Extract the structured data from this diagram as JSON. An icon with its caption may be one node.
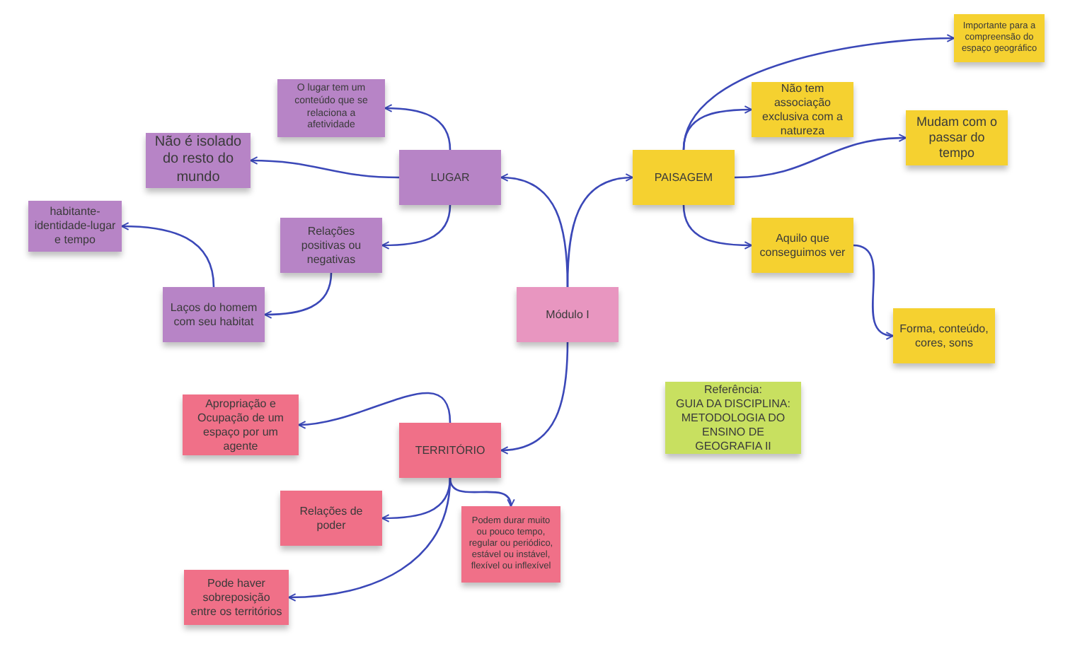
{
  "diagram": {
    "nodes": [
      {
        "text": [
          "Módulo I"
        ]
      },
      {
        "text": [
          "LUGAR"
        ]
      },
      {
        "text": [
          "O lugar tem um conteúdo que se relaciona a afetividade"
        ]
      },
      {
        "text": [
          "Não é isolado do resto do mundo"
        ]
      },
      {
        "text": [
          "Relações positivas ou negativas"
        ]
      },
      {
        "text": [
          "Laços do homem com seu habitat"
        ]
      },
      {
        "text": [
          "habitante-identidade-lugar e tempo"
        ]
      },
      {
        "text": [
          "PAISAGEM"
        ]
      },
      {
        "text": [
          "Importante para a compreensão do espaço geográfico"
        ]
      },
      {
        "text": [
          "Não tem associação exclusiva com a natureza"
        ]
      },
      {
        "text": [
          "Mudam com o passar do tempo"
        ]
      },
      {
        "text": [
          "Aquilo que conseguimos ver"
        ]
      },
      {
        "text": [
          "Forma, conteúdo, cores, sons"
        ]
      },
      {
        "text": [
          "TERRITÓRIO"
        ]
      },
      {
        "text": [
          "Apropriação e Ocupação de um espaço por um agente"
        ]
      },
      {
        "text": [
          "Relações de poder"
        ]
      },
      {
        "text": [
          "Podem durar muito ou pouco tempo, regular ou periódico, estável ou instável, flexível ou inflexível"
        ]
      },
      {
        "text": [
          "Pode haver sobreposição entre os territórios"
        ]
      },
      {
        "text": [
          "Referência:",
          "GUIA DA DISCIPLINA: METODOLOGIA DO ENSINO DE GEOGRAFIA II"
        ]
      }
    ],
    "edges": [
      {
        "from": 0,
        "to": 1,
        "arrow": "to"
      },
      {
        "from": 0,
        "to": 7,
        "arrow": "to"
      },
      {
        "from": 0,
        "to": 13,
        "arrow": "to"
      },
      {
        "from": 1,
        "to": 2,
        "arrow": "to"
      },
      {
        "from": 1,
        "to": 3,
        "arrow": "to"
      },
      {
        "from": 1,
        "to": 4,
        "arrow": "to"
      },
      {
        "from": 4,
        "to": 5,
        "arrow": "to"
      },
      {
        "from": 5,
        "to": 6,
        "arrow": "to"
      },
      {
        "from": 7,
        "to": 8,
        "arrow": "to"
      },
      {
        "from": 7,
        "to": 9,
        "arrow": "to"
      },
      {
        "from": 7,
        "to": 10,
        "arrow": "to"
      },
      {
        "from": 7,
        "to": 11,
        "arrow": "to"
      },
      {
        "from": 11,
        "to": 12,
        "arrow": "to"
      },
      {
        "from": 13,
        "to": 14,
        "arrow": "to"
      },
      {
        "from": 13,
        "to": 15,
        "arrow": "to"
      },
      {
        "from": 13,
        "to": 16,
        "arrow": "to"
      },
      {
        "from": 13,
        "to": 17,
        "arrow": "to"
      }
    ]
  }
}
